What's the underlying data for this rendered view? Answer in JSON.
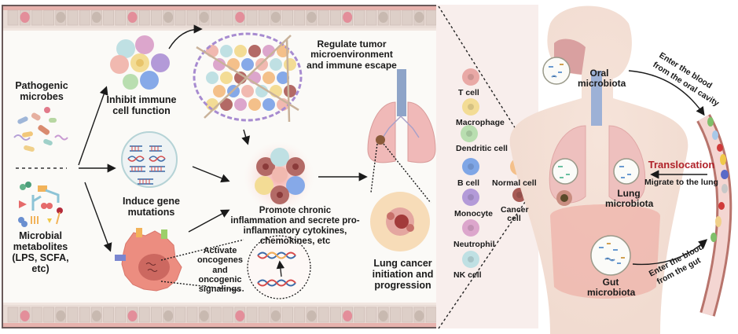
{
  "figure": {
    "left_panel": {
      "sources": {
        "pathogenic_microbes": "Pathogenic microbes",
        "microbial_metabolites": "Microbial metabolites (LPS, SCFA, etc)"
      },
      "mechanisms": {
        "inhibit_immune": "Inhibit immune cell function",
        "regulate_tme": "Regulate tumor microenvironment and immune escape",
        "induce_mutations": "Induce gene mutations",
        "promote_inflammation": "Promote chronic inflammation and secrete pro-inflammatory cytokines, chemokines, etc",
        "activate_oncogenes": "Activate oncogenes and oncogenic signalings"
      },
      "outcome": "Lung cancer initiation and progression"
    },
    "legend": {
      "items": [
        {
          "label": "T cell",
          "color": "#e9a9a6"
        },
        {
          "label": "Macrophage",
          "color": "#f3dc95"
        },
        {
          "label": "Dendritic cell",
          "color": "#b9deb0"
        },
        {
          "label": "B cell",
          "color": "#7fa6e6"
        },
        {
          "label": "Normal cell",
          "color": "#f4c08a"
        },
        {
          "label": "Monocyte",
          "color": "#b39ad8"
        },
        {
          "label": "Cancer cell",
          "color": "#a75a55"
        },
        {
          "label": "Neutrophil",
          "color": "#dca6cc"
        },
        {
          "label": "NK cell",
          "color": "#bfe0e3"
        }
      ]
    },
    "right_panel": {
      "oral_microbiota": "Oral microbiota",
      "lung_microbiota": "Lung microbiota",
      "gut_microbiota": "Gut microbiota",
      "enter_oral": "Enter the blood from the oral cavity",
      "enter_gut": "Enter the blood from the gut",
      "translocation": "Translocation",
      "migrate": "Migrate to the lung",
      "translocation_color": "#b0222a"
    }
  }
}
